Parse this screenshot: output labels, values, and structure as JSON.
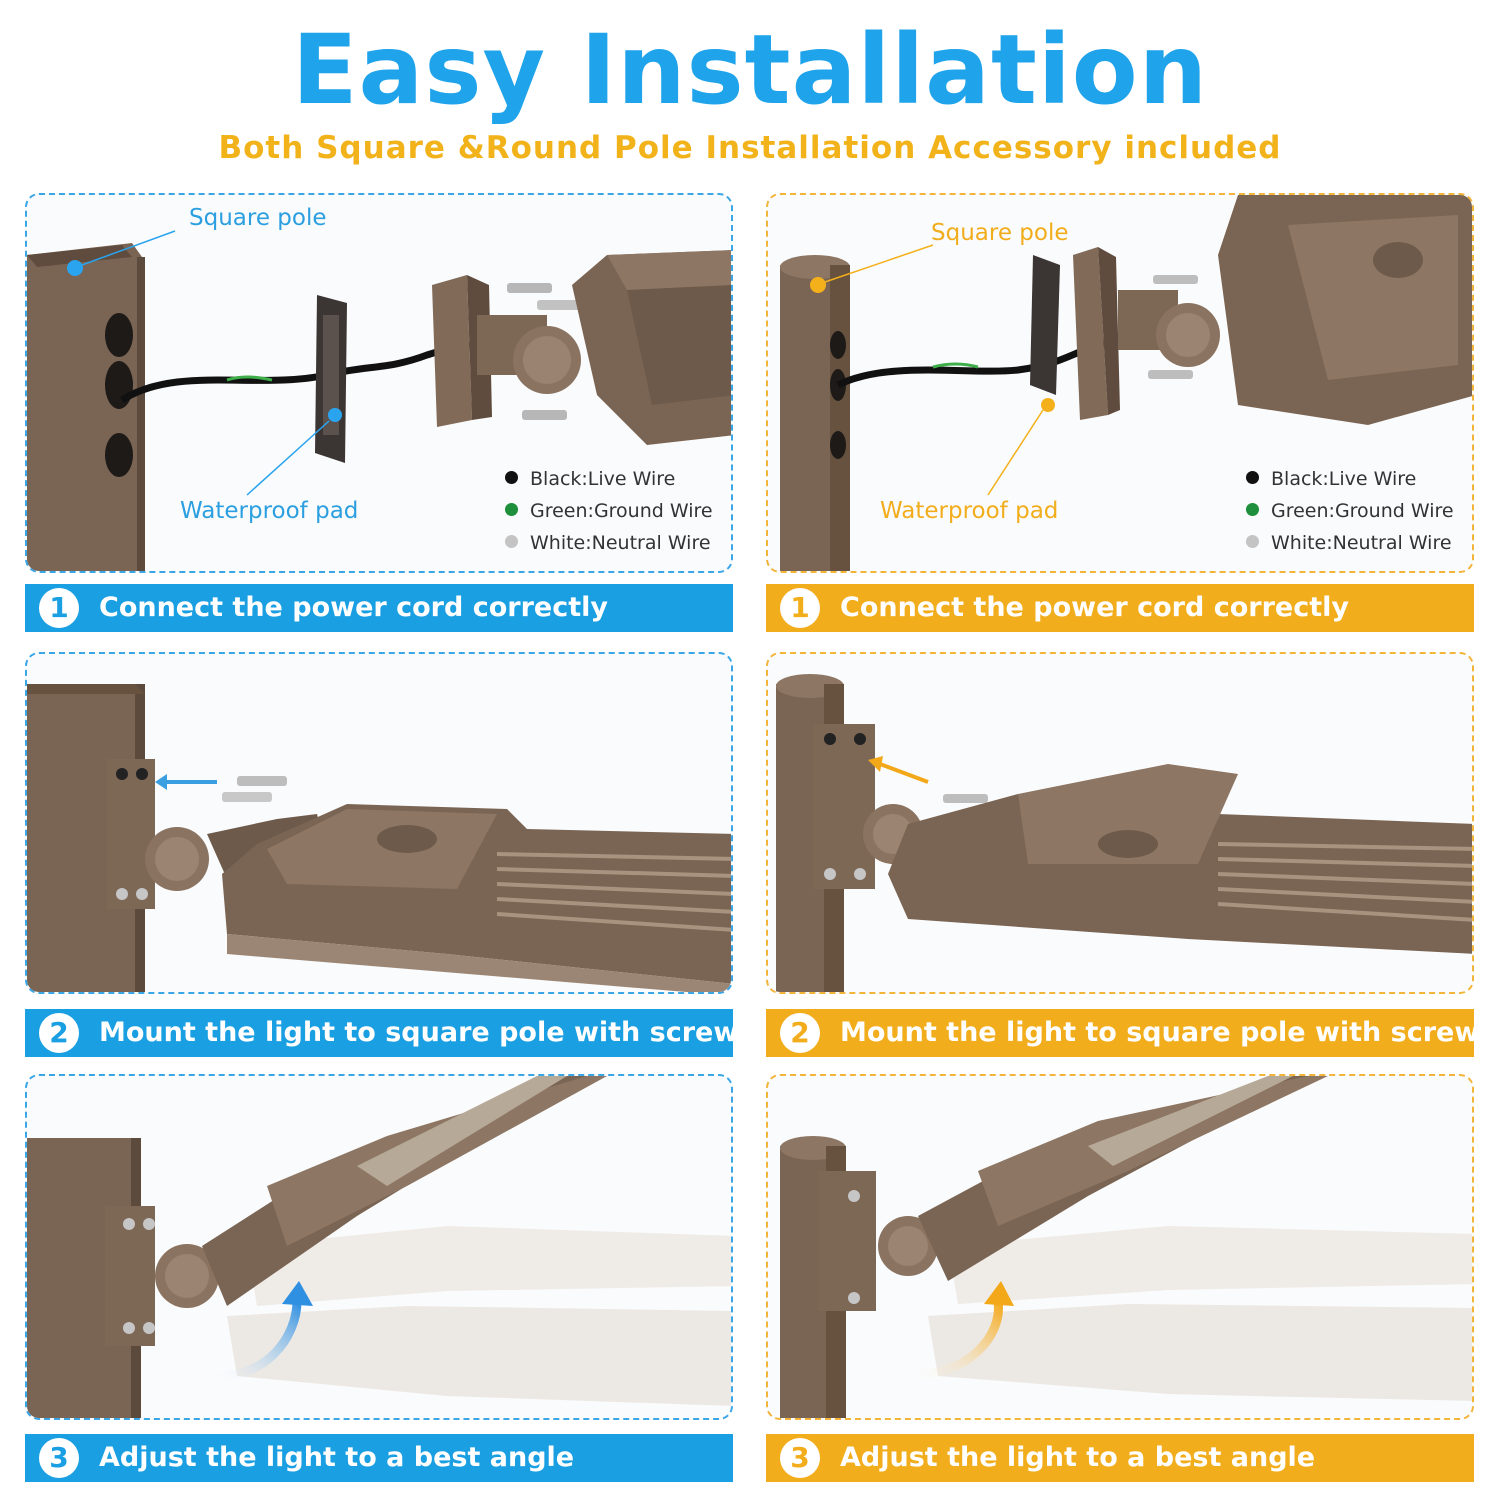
{
  "title": "Easy Installation",
  "subtitle": "Both Square &Round Pole Installation Accessory included",
  "colors": {
    "blue": "#1a9fe2",
    "orange": "#f2ad1c",
    "bronze": "#7c6654"
  },
  "left": {
    "square_pole_label": "Square pole",
    "waterproof_label": "Waterproof pad",
    "legend": [
      "Black:Live Wire",
      "Green:Ground Wire",
      "White:Neutral Wire"
    ],
    "steps": [
      {
        "num": "1",
        "text": "Connect the power cord correctly"
      },
      {
        "num": "2",
        "text": "Mount the light to square pole with screws"
      },
      {
        "num": "3",
        "text": "Adjust the light to a best angle"
      }
    ]
  },
  "right": {
    "square_pole_label": "Square pole",
    "waterproof_label": "Waterproof pad",
    "legend": [
      "Black:Live Wire",
      "Green:Ground Wire",
      "White:Neutral Wire"
    ],
    "steps": [
      {
        "num": "1",
        "text": "Connect the power cord correctly"
      },
      {
        "num": "2",
        "text": "Mount the light to square pole with screws"
      },
      {
        "num": "3",
        "text": "Adjust the light to a best angle"
      }
    ]
  }
}
